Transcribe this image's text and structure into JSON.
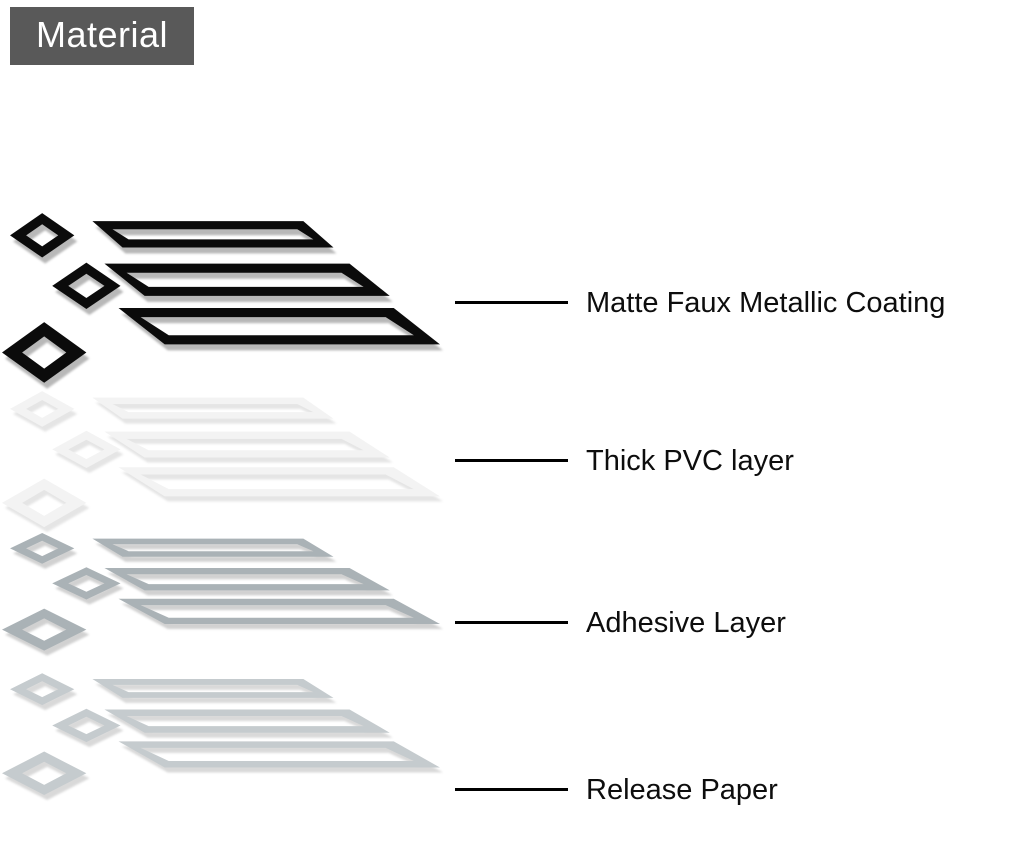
{
  "header": {
    "title": "Material"
  },
  "colors": {
    "header_bg": "#595959",
    "header_text": "#ffffff",
    "callout_line": "#000000",
    "label_text": "#0d0d0d"
  },
  "icons": {
    "decal_shape": "art-deco-border-decal-icon"
  },
  "layers": [
    {
      "id": "matte-faux-metallic-coating",
      "label": "Matte Faux Metallic Coating",
      "color": "#0b0b0b"
    },
    {
      "id": "thick-pvc-layer",
      "label": "Thick PVC layer",
      "color": "#f3f3f3"
    },
    {
      "id": "adhesive-layer",
      "label": "Adhesive Layer",
      "color": "#aab2b6"
    },
    {
      "id": "release-paper",
      "label": "Release Paper",
      "color": "#c5cbce"
    }
  ]
}
